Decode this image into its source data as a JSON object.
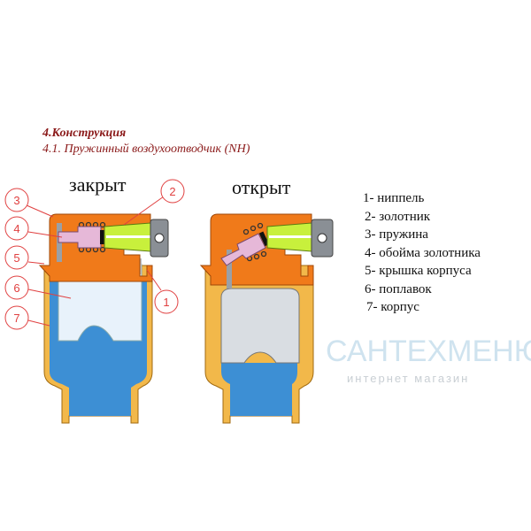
{
  "heading": "4.Конструкция",
  "subheading": "4.1. Пружинный воздухоотводчик (NH)",
  "states": {
    "closed": "закрыт",
    "open": "открыт"
  },
  "callouts": [
    "1",
    "2",
    "3",
    "4",
    "5",
    "6",
    "7"
  ],
  "legend": [
    "1- ниппель",
    "2- золотник",
    "3- пружина",
    "4- обойма золотника",
    "5- крышка корпуса",
    "6- поплавок",
    "7- корпус"
  ],
  "watermark": {
    "brand": "САНТЕХМЕНЮ",
    "tagline": "интернет магазин"
  },
  "colors": {
    "cap": "#f07a1a",
    "body": "#f2b84a",
    "water": "#3d8fd4",
    "float": "#d9dde2",
    "nipple": "#c8f03c",
    "retainer": "#e6b8d8",
    "callout": "#e04040"
  }
}
